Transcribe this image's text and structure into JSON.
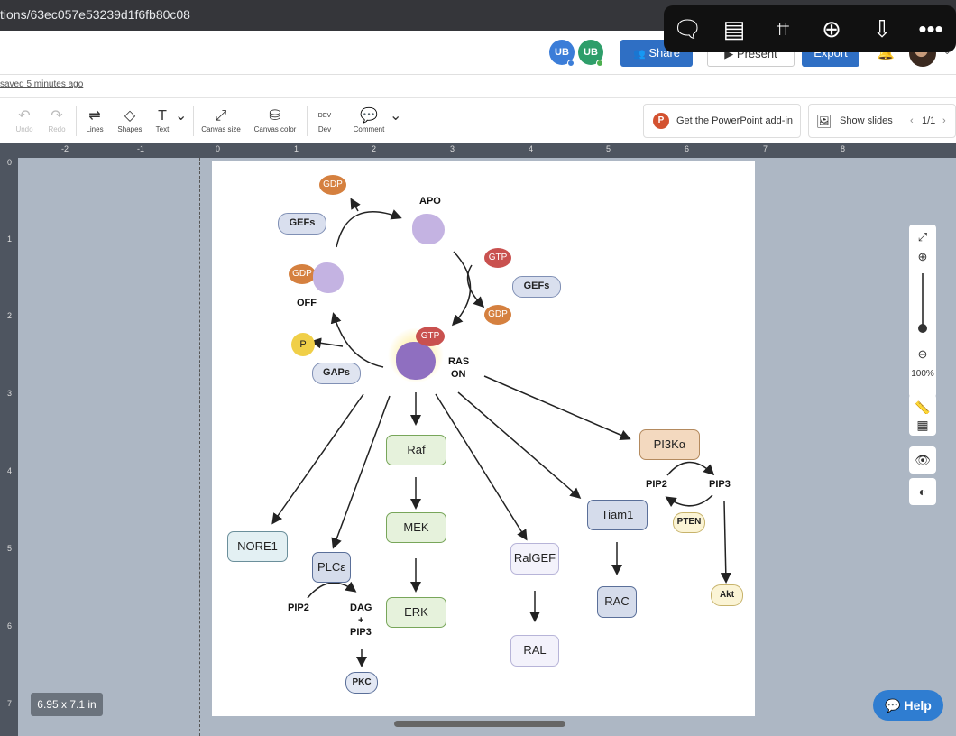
{
  "browser": {
    "url": "tions/63ec057e53239d1f6fb80c08"
  },
  "header": {
    "collaborators": [
      "UB",
      "UB"
    ],
    "share_label": "Share",
    "present_label": "Present",
    "export_label": "Export",
    "saved_text": "saved 5 minutes ago"
  },
  "toolbar": {
    "undo": "Undo",
    "redo": "Redo",
    "lines": "Lines",
    "shapes": "Shapes",
    "text": "Text",
    "canvas_size": "Canvas size",
    "canvas_color": "Canvas color",
    "dev": "Dev",
    "dev_icon": "DEV",
    "comment": "Comment",
    "ppt_addin": "Get the PowerPoint add-in",
    "show_slides": "Show slides",
    "slide_counter": "1/1"
  },
  "ruler": {
    "top": [
      "-2",
      "-1",
      "0",
      "1",
      "2",
      "3",
      "4",
      "5",
      "6",
      "7",
      "8"
    ],
    "left": [
      "0",
      "1",
      "2",
      "3",
      "4",
      "5",
      "6",
      "7"
    ]
  },
  "canvas": {
    "size_badge": "6.95 x 7.1 in",
    "zoom_level": "100%",
    "help_label": "Help"
  },
  "diagram": {
    "top_gdp": "GDP",
    "apo": "APO",
    "gefs_left": "GEFs",
    "gtp_right": "GTP",
    "gefs_right": "GEFs",
    "gdp_right": "GDP",
    "gdp_off": "GDP",
    "off": "OFF",
    "gtp_on": "GTP",
    "ras": "RAS",
    "on": "ON",
    "p": "P",
    "gaps": "GAPs",
    "raf": "Raf",
    "mek": "MEK",
    "erk": "ERK",
    "pi3k": "PI3Kα",
    "pip2_right": "PIP2",
    "pip3_right": "PIP3",
    "pten": "PTEN",
    "akt": "Akt",
    "tiam1": "Tiam1",
    "rac": "RAC",
    "ralgef": "RalGEF",
    "ral": "RAL",
    "nore1": "NORE1",
    "plce": "PLCε",
    "pip2_left": "PIP2",
    "dag": "DAG",
    "plus": "+",
    "pip3_left": "PIP3",
    "pkc": "PKC"
  },
  "colors": {
    "blue_btn": "#2f6fc4",
    "gdp": "#d5803f",
    "gtp": "#c9514f",
    "purple": "#a88fd1",
    "green_node": "#e6f2dc",
    "blue_node": "#d5dceb",
    "peach_node": "#f3d9bf"
  }
}
